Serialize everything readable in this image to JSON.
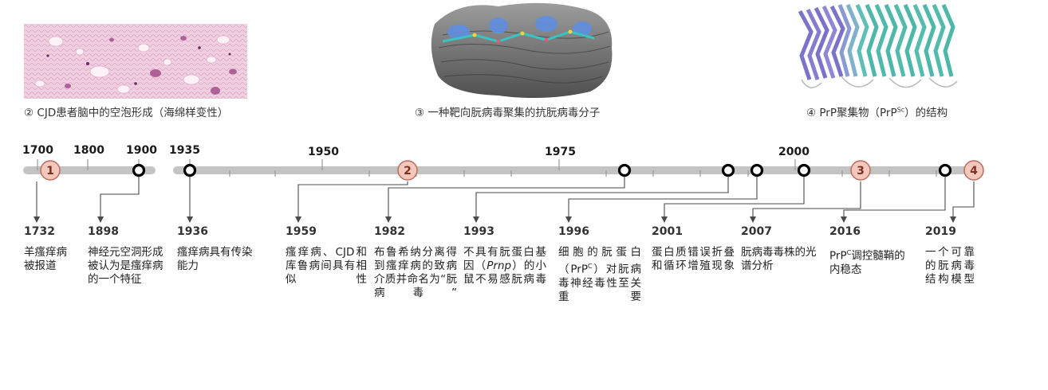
{
  "images": [
    {
      "number": "②",
      "caption": "CJD患者脑中的空泡形成（海绵样变性）"
    },
    {
      "number": "③",
      "caption": "一种靶向朊病毒聚集的抗朊病毒分子"
    },
    {
      "number": "④",
      "caption_pre": "PrP聚集物（PrP",
      "caption_sup": "Sc",
      "caption_post": "）的结构"
    }
  ],
  "axis_years": [
    "1700",
    "1800",
    "1900",
    "1935",
    "1950",
    "1975",
    "2000"
  ],
  "image_markers": [
    "1",
    "2",
    "3",
    "4"
  ],
  "events": [
    {
      "year": "1732",
      "text": "羊瘙痒病被报道"
    },
    {
      "year": "1898",
      "text": "神经元空洞形成被认为是瘙痒病的一个特征"
    },
    {
      "year": "1936",
      "text": "瘙痒病具有传染能力"
    },
    {
      "year": "1959",
      "text": "瘙痒病、CJD和库鲁病间具有相似性"
    },
    {
      "year": "1982",
      "text": "布鲁希纳分离得到瘙痒病的致病介质并命名为“朊病毒”"
    },
    {
      "year": "1993",
      "text_pre": "不具有朊蛋白基因（",
      "text_italic": "Prnp",
      "text_post": "）的小鼠不易感朊病毒"
    },
    {
      "year": "1996",
      "text_pre": "细胞的朊蛋白（PrP",
      "text_sup": "C",
      "text_post": "）对朊病毒神经毒性至关重要"
    },
    {
      "year": "2001",
      "text": "蛋白质错误折叠和循环增殖现象"
    },
    {
      "year": "2007",
      "text": "朊病毒毒株的光谱分析"
    },
    {
      "year": "2016",
      "text_pre": "PrP",
      "text_sup": "C",
      "text_post": "调控髓鞘的内稳态"
    },
    {
      "year": "2019",
      "text": "一个可靠的朊病毒结构模型"
    }
  ],
  "colors": {
    "axis": "#c4c4c4",
    "tick": "#9a9a9a",
    "marker_fill": "#f3c7bb",
    "marker_stroke": "#b86e60",
    "marker_text": "#7a3025",
    "ring": "#000000",
    "connector": "#4a4a4a"
  }
}
